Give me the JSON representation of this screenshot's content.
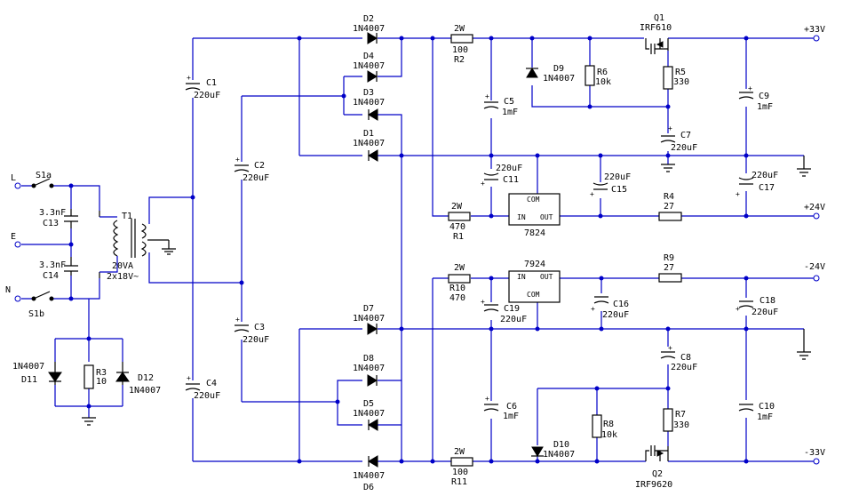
{
  "transformer": {
    "name": "T1",
    "rating": "20VA",
    "secondary": "2x18V~"
  },
  "switches": {
    "s1a": "S1a",
    "s1b": "S1b"
  },
  "mains": {
    "line": "L",
    "earth": "E",
    "neutral": "N"
  },
  "caps": {
    "c13": {
      "name": "C13",
      "value": "3.3nF"
    },
    "c14": {
      "name": "C14",
      "value": "3.3nF"
    },
    "c1": {
      "name": "C1",
      "value": "220uF"
    },
    "c2": {
      "name": "C2",
      "value": "220uF"
    },
    "c3": {
      "name": "C3",
      "value": "220uF"
    },
    "c4": {
      "name": "C4",
      "value": "220uF"
    },
    "c5": {
      "name": "C5",
      "value": "1mF"
    },
    "c6": {
      "name": "C6",
      "value": "1mF"
    },
    "c7": {
      "name": "C7",
      "value": "220uF"
    },
    "c8": {
      "name": "C8",
      "value": "220uF"
    },
    "c9": {
      "name": "C9",
      "value": "1mF"
    },
    "c10": {
      "name": "C10",
      "value": "1mF"
    },
    "c11": {
      "name": "C11",
      "value": "220uF"
    },
    "c15": {
      "name": "C15",
      "value": "220uF"
    },
    "c16": {
      "name": "C16",
      "value": "220uF"
    },
    "c17": {
      "name": "C17",
      "value": "220uF"
    },
    "c18": {
      "name": "C18",
      "value": "220uF"
    },
    "c19": {
      "name": "C19",
      "value": "220uF"
    }
  },
  "diodes": {
    "d1": {
      "name": "D1",
      "part": "1N4007"
    },
    "d2": {
      "name": "D2",
      "part": "1N4007"
    },
    "d3": {
      "name": "D3",
      "part": "1N4007"
    },
    "d4": {
      "name": "D4",
      "part": "1N4007"
    },
    "d5": {
      "name": "D5",
      "part": "1N4007"
    },
    "d6": {
      "name": "D6",
      "part": "1N4007"
    },
    "d7": {
      "name": "D7",
      "part": "1N4007"
    },
    "d8": {
      "name": "D8",
      "part": "1N4007"
    },
    "d9": {
      "name": "D9",
      "part": "1N4007"
    },
    "d10": {
      "name": "D10",
      "part": "1N4007"
    },
    "d11": {
      "name": "D11",
      "part": "1N4007"
    },
    "d12": {
      "name": "D12",
      "part": "1N4007"
    }
  },
  "resistors": {
    "r1": {
      "name": "R1",
      "value": "470",
      "power": "2W"
    },
    "r2": {
      "name": "R2",
      "value": "100",
      "power": "2W"
    },
    "r3": {
      "name": "R3",
      "value": "10"
    },
    "r4": {
      "name": "R4",
      "value": "27"
    },
    "r5": {
      "name": "R5",
      "value": "330"
    },
    "r6": {
      "name": "R6",
      "value": "10k"
    },
    "r7": {
      "name": "R7",
      "value": "330"
    },
    "r8": {
      "name": "R8",
      "value": "10k"
    },
    "r9": {
      "name": "R9",
      "value": "27"
    },
    "r10": {
      "name": "R10",
      "value": "470",
      "power": "2W"
    },
    "r11": {
      "name": "R11",
      "value": "100",
      "power": "2W"
    }
  },
  "transistors": {
    "q1": {
      "name": "Q1",
      "part": "IRF610"
    },
    "q2": {
      "name": "Q2",
      "part": "IRF9620"
    }
  },
  "regulators": {
    "u7824": {
      "part": "7824",
      "com": "COM",
      "in": "IN",
      "out": "OUT"
    },
    "u7924": {
      "part": "7924",
      "com": "COM",
      "in": "IN",
      "out": "OUT"
    }
  },
  "outputs": {
    "p33": "+33V",
    "p24": "+24V",
    "n24": "-24V",
    "n33": "-33V"
  },
  "colors": {
    "wire": "#0000c8",
    "component": "#000000",
    "background": "#ffffff"
  }
}
